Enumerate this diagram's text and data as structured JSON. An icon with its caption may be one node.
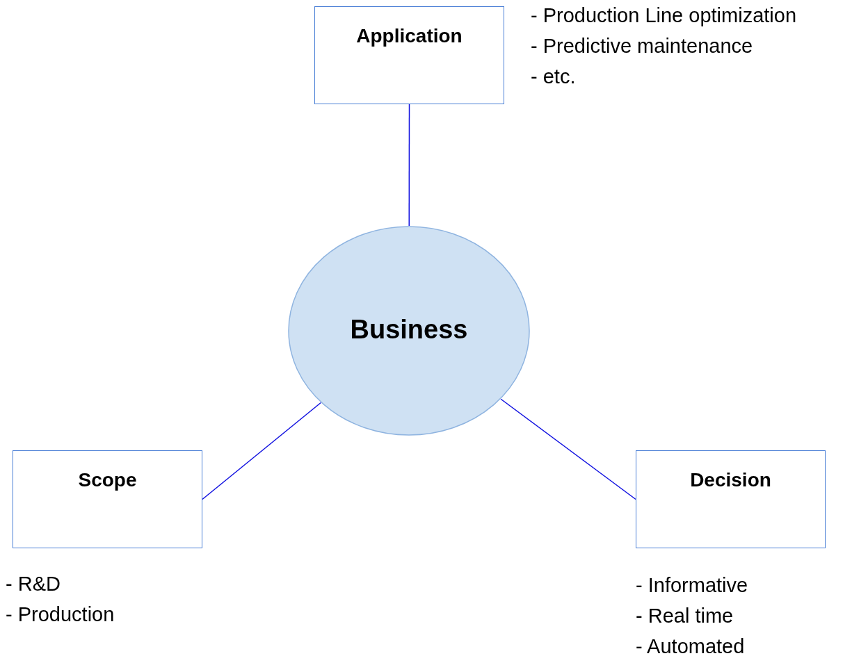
{
  "diagram": {
    "nodes": [
      {
        "text": [
          "Application"
        ],
        "beside": [
          "- Production Line optimization",
          "- Predictive maintenance",
          "- etc."
        ]
      },
      {
        "text": [
          "Business"
        ]
      },
      {
        "text": [
          "Scope"
        ],
        "beside": [
          "- R&D",
          "- Production"
        ]
      },
      {
        "text": [
          "Decision"
        ],
        "beside": [
          "- Informative",
          "- Real time",
          "- Automated"
        ]
      }
    ],
    "edges": [
      {
        "from": 1,
        "to": 0,
        "arrow": "none"
      },
      {
        "from": 1,
        "to": 2,
        "arrow": "none"
      },
      {
        "from": 1,
        "to": 3,
        "arrow": "none"
      }
    ]
  }
}
